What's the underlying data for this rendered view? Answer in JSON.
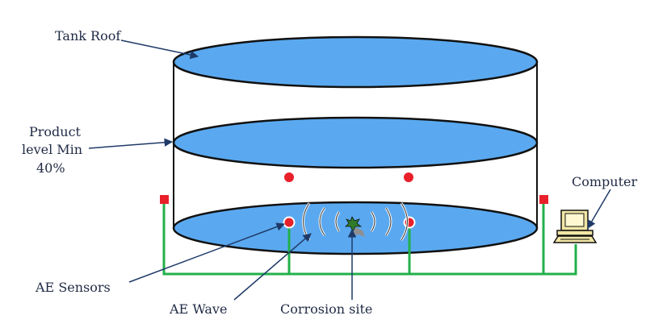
{
  "labels": {
    "tank_roof": "Tank Roof",
    "product_level_line1": "Product",
    "product_level_line2": "level Min",
    "product_level_line3": "40%",
    "computer": "Computer",
    "ae_sensors": "AE Sensors",
    "ae_wave": "AE Wave",
    "corrosion_site": "Corrosion site"
  },
  "colors": {
    "liquid_fill": "#5aa9f0",
    "outline": "#111111",
    "sensor": "#e8202a",
    "cable": "#22b04a",
    "arrow": "#1f3a68"
  }
}
